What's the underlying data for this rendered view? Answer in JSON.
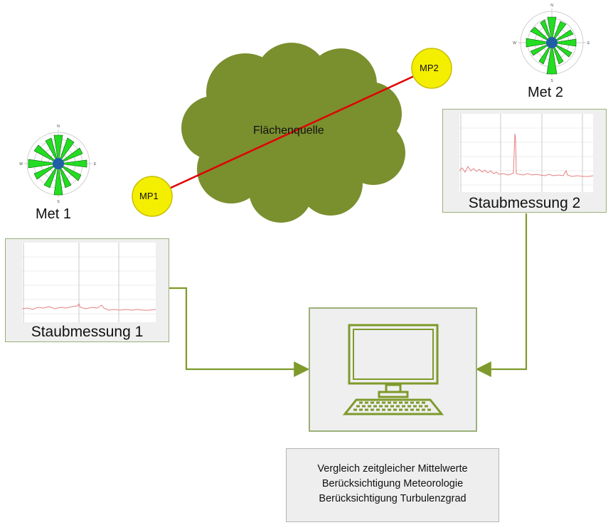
{
  "source": {
    "label": "Flächenquelle",
    "color": "#7a8f2e"
  },
  "points": [
    {
      "id": "mp1",
      "label": "MP1"
    },
    {
      "id": "mp2",
      "label": "MP2"
    }
  ],
  "stations": {
    "met1": {
      "label": "Met 1",
      "compass": [
        "N",
        "E",
        "S",
        "W"
      ]
    },
    "met2": {
      "label": "Met 2",
      "compass": [
        "N",
        "E",
        "S",
        "W"
      ]
    }
  },
  "measurements": {
    "m1": {
      "label": "Staubmessung 1"
    },
    "m2": {
      "label": "Staubmessung 2"
    }
  },
  "analysis": {
    "icon": "computer-icon",
    "notes": [
      "Vergleich zeitgleicher Mittelwerte",
      "Berücksichtigung Meteorologie",
      "Berücksichtigung Turbulenzgrad"
    ]
  },
  "colors": {
    "accent": "#7e9a2b",
    "line": "#e00000",
    "point_fill": "#f4ee00",
    "wind_fill": "#22dd22",
    "series": "#e58080"
  }
}
